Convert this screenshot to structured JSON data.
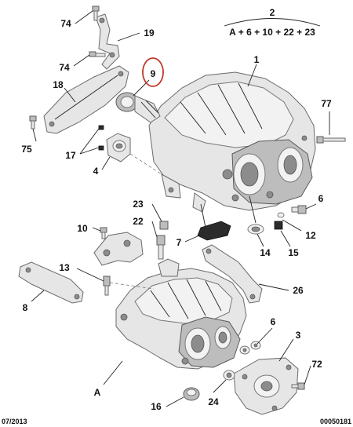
{
  "header_group": {
    "number": "2",
    "formula": "A + 6 + 10 + 22 + 23"
  },
  "highlight_color": "#c0392b",
  "labels": {
    "n1": "1",
    "n3": "3",
    "n4": "4",
    "n6a": "6",
    "n6b": "6",
    "n7": "7",
    "n8": "8",
    "n9": "9",
    "n10": "10",
    "n12": "12",
    "n13": "13",
    "n14": "14",
    "n15": "15",
    "n16": "16",
    "n17": "17",
    "n18": "18",
    "n19": "19",
    "n22": "22",
    "n23": "23",
    "n24": "24",
    "n26": "26",
    "n72": "72",
    "n74a": "74",
    "n74b": "74",
    "n75": "75",
    "n77": "77",
    "nA": "A"
  },
  "footer": {
    "date": "07/2013",
    "ref": "00050181"
  }
}
